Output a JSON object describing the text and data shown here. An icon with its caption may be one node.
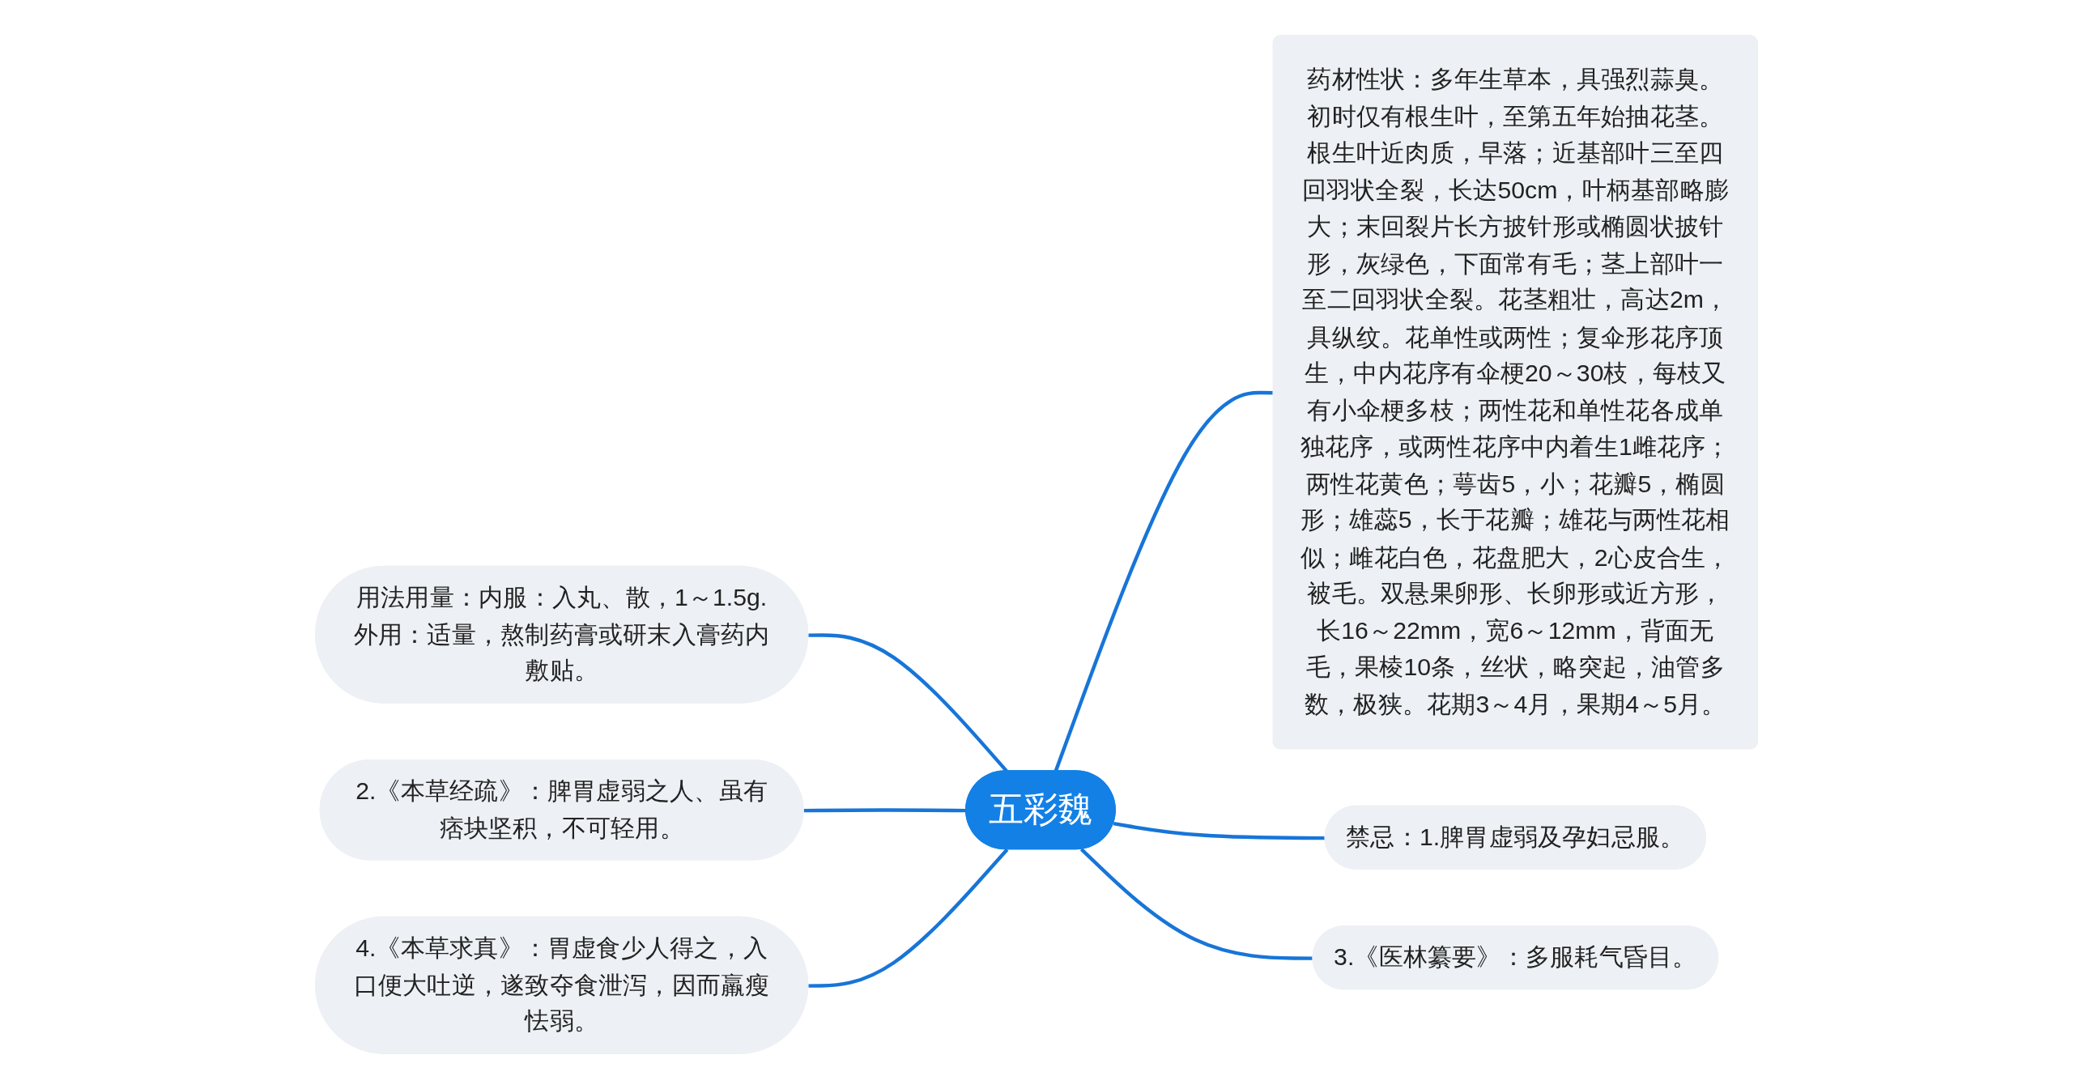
{
  "diagram": {
    "nodes": [
      {
        "text": [
          "五彩魏"
        ]
      },
      {
        "text": [
          "用法用量：内服：入丸、散，1～1.5g.外用：适量，熬制药膏或研末入膏药内敷贴。"
        ]
      },
      {
        "text": [
          "2.《本草经疏》：脾胃虚弱之人、虽有痞块坚积，不可轻用。"
        ]
      },
      {
        "text": [
          "4.《本草求真》：胃虚食少人得之，入口便大吐逆，遂致夺食泄泻，因而羸瘦怯弱。"
        ]
      },
      {
        "text": [
          "药材性状：多年生草本，具强烈蒜臭。初时仅有根生叶，至第五年始抽花茎。根生叶近肉质，早落；近基部叶三至四回羽状全裂，长达50cm，叶柄基部略膨大；末回裂片长方披针形或椭圆状披针形，灰绿色，下面常有毛；茎上部叶一至二回羽状全裂。花茎粗壮，高达2m，具纵纹。花单性或两性；复伞形花序顶生，中内花序有伞梗20～30枝，每枝又有小伞梗多枝；两性花和单性花各成单独花序，或两性花序中内着生1雌花序；两性花黄色；萼齿5，小；花瓣5，椭圆形；雄蕊5，长于花瓣；雄花与两性花相似；雌花白色，花盘肥大，2心皮合生，被毛。双悬果卵形、长卵形或近方形，长16～22mm，宽6～12mm，背面无毛，果棱10条，丝状，略突起，油管多数，极狭。花期3～4月，果期4～5月。"
        ]
      },
      {
        "text": [
          "禁忌：1.脾胃虚弱及孕妇忌服。"
        ]
      },
      {
        "text": [
          "3.《医林纂要》：多服耗气昏目。"
        ]
      }
    ],
    "edges": [
      {
        "from": 0,
        "to": 1,
        "arrow": "none"
      },
      {
        "from": 0,
        "to": 2,
        "arrow": "none"
      },
      {
        "from": 0,
        "to": 3,
        "arrow": "none"
      },
      {
        "from": 0,
        "to": 4,
        "arrow": "none"
      },
      {
        "from": 0,
        "to": 5,
        "arrow": "none"
      },
      {
        "from": 0,
        "to": 6,
        "arrow": "none"
      }
    ]
  }
}
